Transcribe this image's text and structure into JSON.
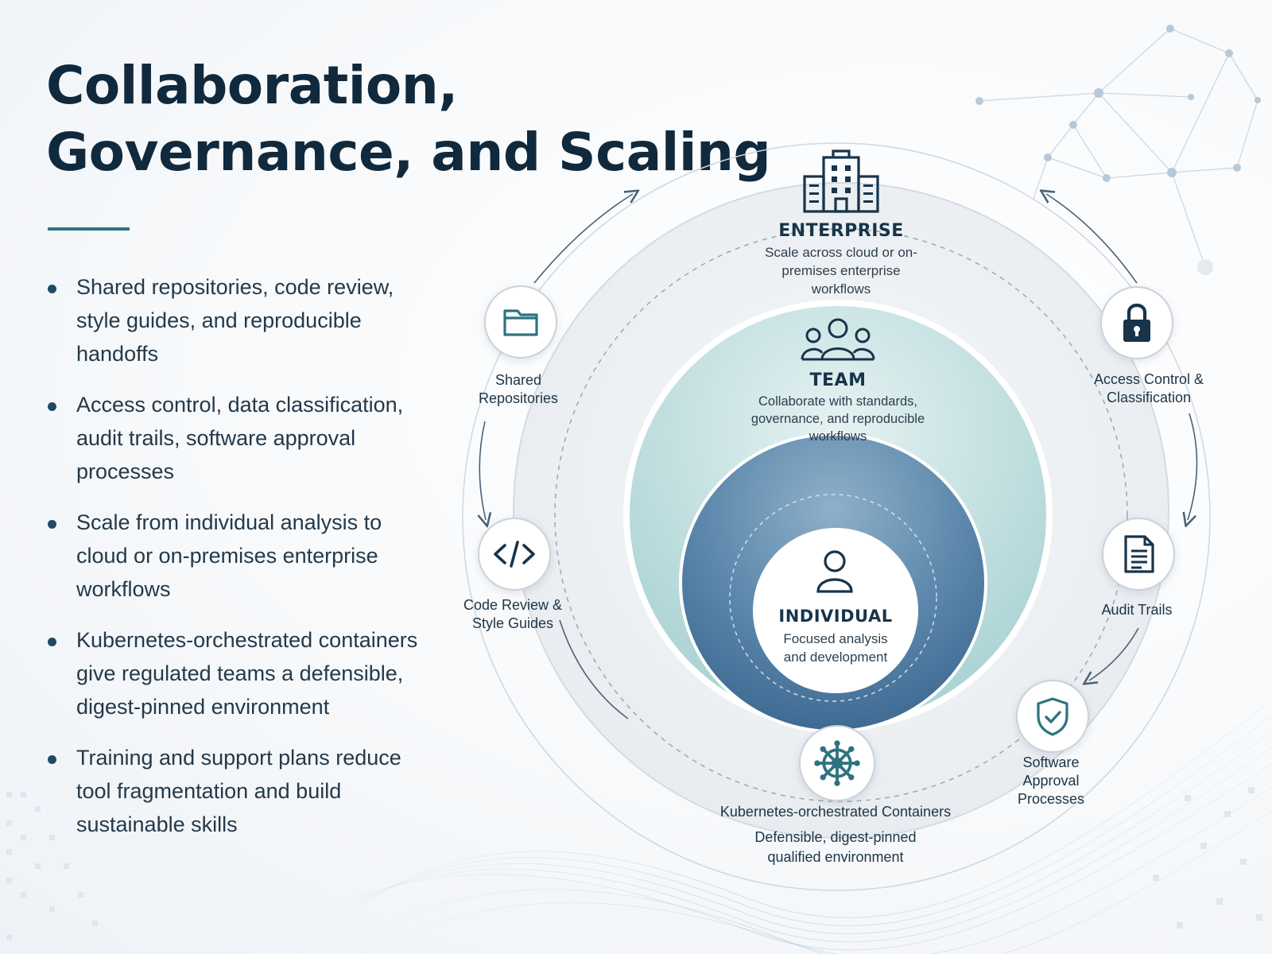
{
  "title": "Collaboration, Governance, and Scaling",
  "bullets": [
    "Shared repositories, code review, style guides, and reproducible handoffs",
    "Access control, data classification, audit trails, software approval processes",
    "Scale from individual analysis to cloud or on-premises enterprise workflows",
    "Kubernetes-orchestrated containers give regulated teams a defensible, digest-pinned environment",
    "Training and support plans reduce tool fragmentation and build sustainable skills"
  ],
  "rings": {
    "enterprise": {
      "title": "ENTERPRISE",
      "desc": "Scale across cloud or on-premises enterprise workflows",
      "icon": "building-icon"
    },
    "team": {
      "title": "TEAM",
      "desc": "Collaborate with standards, governance, and reproducible workflows",
      "icon": "team-icon"
    },
    "individual": {
      "title": "INDIVIDUAL",
      "desc": "Focused analysis and development",
      "icon": "person-icon"
    }
  },
  "nodes": {
    "shared_repositories": {
      "label": "Shared Repositories",
      "icon": "folder-icon"
    },
    "code_review": {
      "label": "Code Review & Style Guides",
      "icon": "code-icon"
    },
    "access_control": {
      "label": "Access Control & Classification",
      "icon": "lock-icon"
    },
    "audit_trails": {
      "label": "Audit Trails",
      "icon": "document-icon"
    },
    "software_approval": {
      "label": "Software Approval Processes",
      "icon": "shield-check-icon"
    },
    "kubernetes": {
      "label": "Kubernetes-orchestrated Containers",
      "desc": "Defensible, digest-pinned qualified environment",
      "icon": "ship-wheel-icon"
    }
  },
  "colors": {
    "title": "#10293d",
    "accent_teal": "#2d7380",
    "enterprise_ring": "#eef1f4",
    "team_ring": "#b9dcdc",
    "individual_ring": "#4f7ba0",
    "icon_dark": "#17344a"
  }
}
